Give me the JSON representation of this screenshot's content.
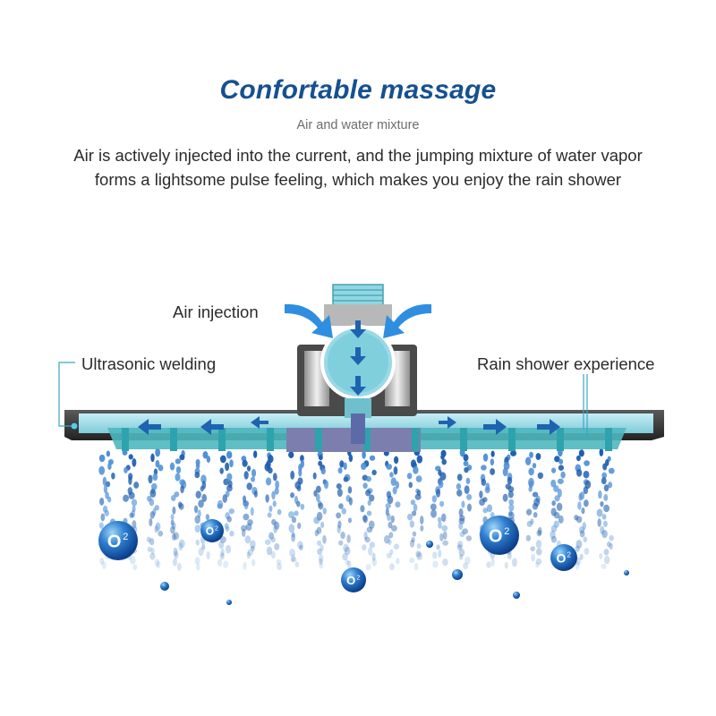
{
  "header": {
    "title": "Confortable massage",
    "subtitle": "Air and water mixture",
    "description": "Air is actively injected into the current, and the jumping mixture of water vapor forms a lightsome pulse feeling, which makes you enjoy the rain shower"
  },
  "labels": {
    "air_injection": "Air injection",
    "ultrasonic_welding": "Ultrasonic welding",
    "rain_shower": "Rain shower experience"
  },
  "bubbles": {
    "symbol": "O",
    "superscript": "2"
  },
  "colors": {
    "title": "#16508f",
    "arrow_blue": "#1e63b0",
    "water_light": "#9fdbe8",
    "water_teal": "#4fb7bf",
    "shower_body": "#3a3a3a",
    "chrome": "#c9c9c9"
  }
}
